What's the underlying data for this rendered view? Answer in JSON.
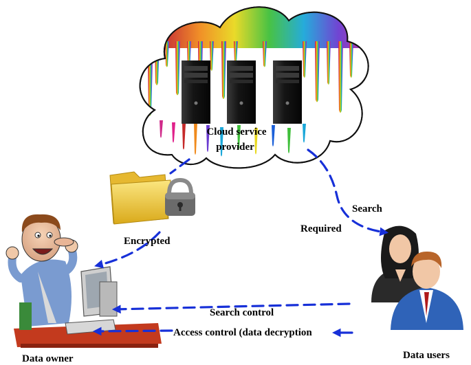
{
  "cloud": {
    "label_line1": "Cloud service",
    "label_line2": "provider"
  },
  "labels": {
    "encrypted": "Encrypted",
    "search": "Search",
    "required": "Required",
    "search_control": "Search control",
    "access_control": "Access control (data decryption",
    "data_owner": "Data owner",
    "data_users": "Data users"
  },
  "colors": {
    "arrow": "#1730d8",
    "folder": "#f3d13a",
    "padlock": "#6b6b6b",
    "server": "#141414",
    "user_female_suit": "#2a2a2a",
    "user_male_suit": "#2f63b8"
  },
  "icons": [
    "cloud-shape",
    "server-tower-icon",
    "folder-icon",
    "padlock-icon",
    "data-owner-figure",
    "data-users-icon"
  ]
}
